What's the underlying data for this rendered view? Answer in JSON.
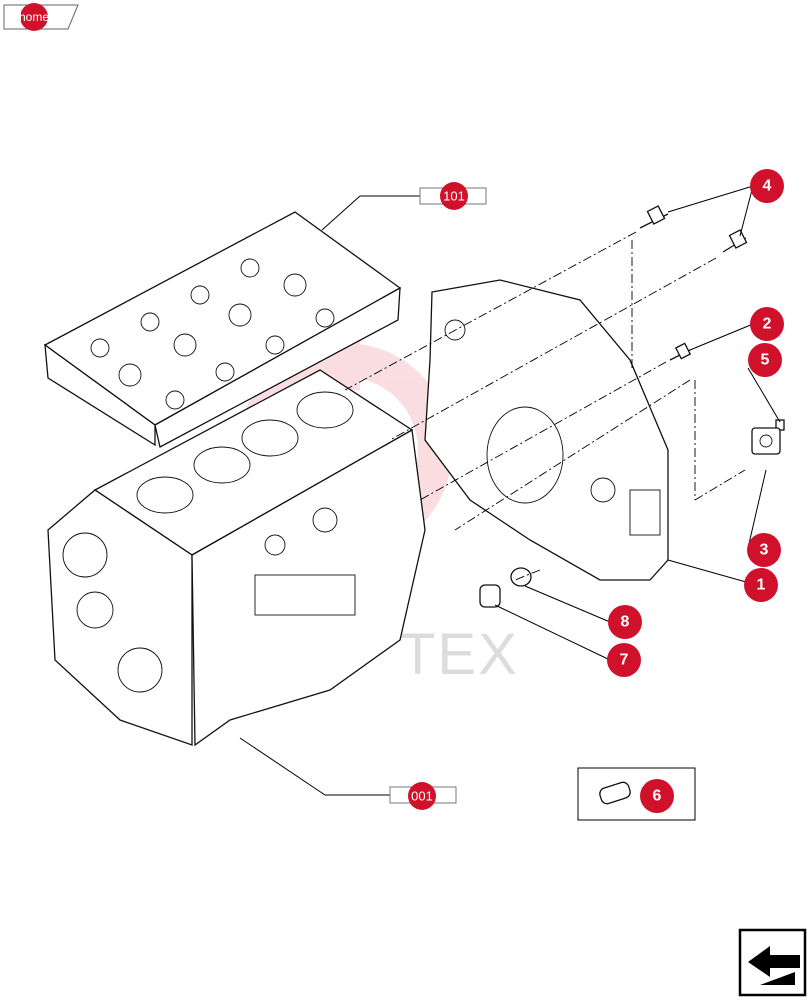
{
  "nav": {
    "home_label": "home",
    "badge_color": "#d0112b"
  },
  "diagram": {
    "callouts": [
      {
        "id": "c4",
        "label": "4"
      },
      {
        "id": "c2",
        "label": "2"
      },
      {
        "id": "c5",
        "label": "5"
      },
      {
        "id": "c3",
        "label": "3"
      },
      {
        "id": "c1",
        "label": "1"
      },
      {
        "id": "c8",
        "label": "8"
      },
      {
        "id": "c7",
        "label": "7"
      },
      {
        "id": "c6",
        "label": "6"
      }
    ],
    "references": [
      {
        "id": "ref-cylinder-head",
        "label": "101"
      },
      {
        "id": "ref-engine-block",
        "label": "001"
      }
    ],
    "watermark": "TEX",
    "accent_color": "#d0112b"
  }
}
